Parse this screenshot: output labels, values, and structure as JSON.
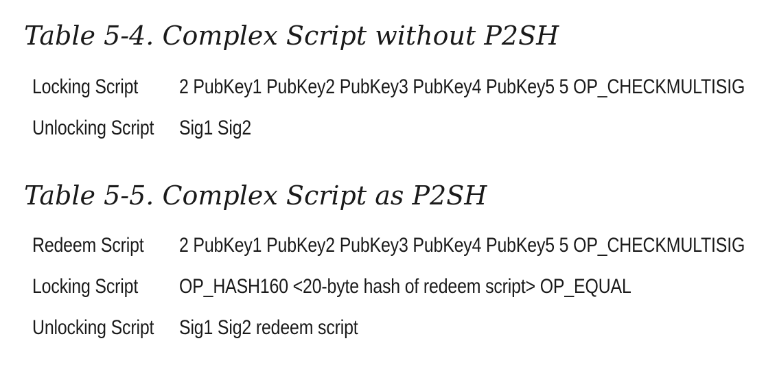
{
  "tables": [
    {
      "title": "Table 5-4. Complex Script without P2SH",
      "rows": [
        {
          "label": "Locking Script",
          "value": "2 PubKey1 PubKey2 PubKey3 PubKey4 PubKey5 5 OP_CHECKMULTISIG"
        },
        {
          "label": "Unlocking Script",
          "value": "Sig1 Sig2"
        }
      ]
    },
    {
      "title": "Table 5-5. Complex Script as P2SH",
      "rows": [
        {
          "label": "Redeem Script",
          "value": "2 PubKey1 PubKey2 PubKey3 PubKey4 PubKey5 5 OP_CHECKMULTISIG"
        },
        {
          "label": "Locking Script",
          "value": "OP_HASH160 <20-byte hash of redeem script> OP_EQUAL"
        },
        {
          "label": "Unlocking Script",
          "value": "Sig1 Sig2 redeem script"
        }
      ]
    }
  ]
}
